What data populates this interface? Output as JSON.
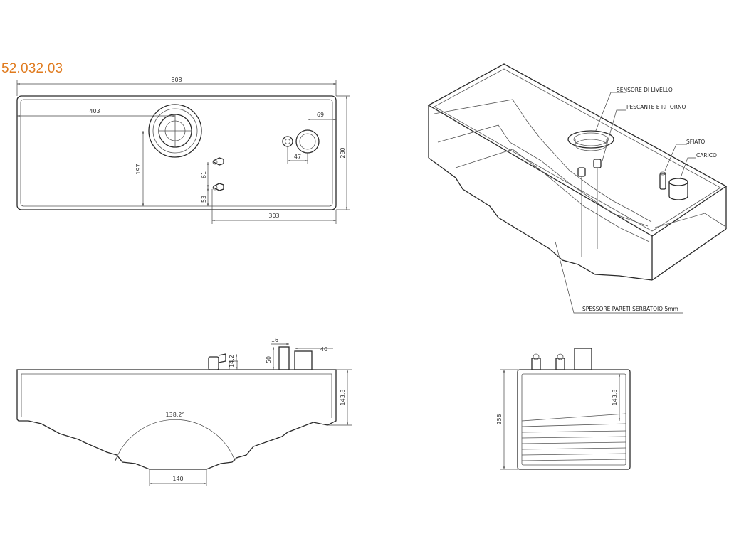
{
  "part_code": "52.032.03",
  "colors": {
    "part_code": "#e07b1f",
    "line": "#2a2a2a"
  },
  "top_view": {
    "dim_length": "808",
    "dim_cap_offset": "403",
    "dim_right_offset": "69",
    "dim_height": "280",
    "dim_vertical": "197",
    "dim_fitting_gap": "61",
    "dim_fitting_low": "53",
    "dim_bottom": "303",
    "dim_small": "47"
  },
  "iso_view": {
    "label_level_sensor": "SENSORE DI LIVELLO",
    "label_pickup_return": "PESCANTE E RITORNO",
    "label_vent": "SFIATO",
    "label_filler": "CARICO",
    "label_wall_thickness": "SPESSORE PARETI SERBATOIO 5mm"
  },
  "front_view": {
    "dim_width_16": "16",
    "dim_width_40": "40",
    "dim_50": "50",
    "dim_14": "14,2",
    "dim_height": "143,8",
    "dim_angle": "138,2°",
    "dim_bottom": "140"
  },
  "side_view": {
    "dim_total": "258",
    "dim_upper": "143,8"
  }
}
